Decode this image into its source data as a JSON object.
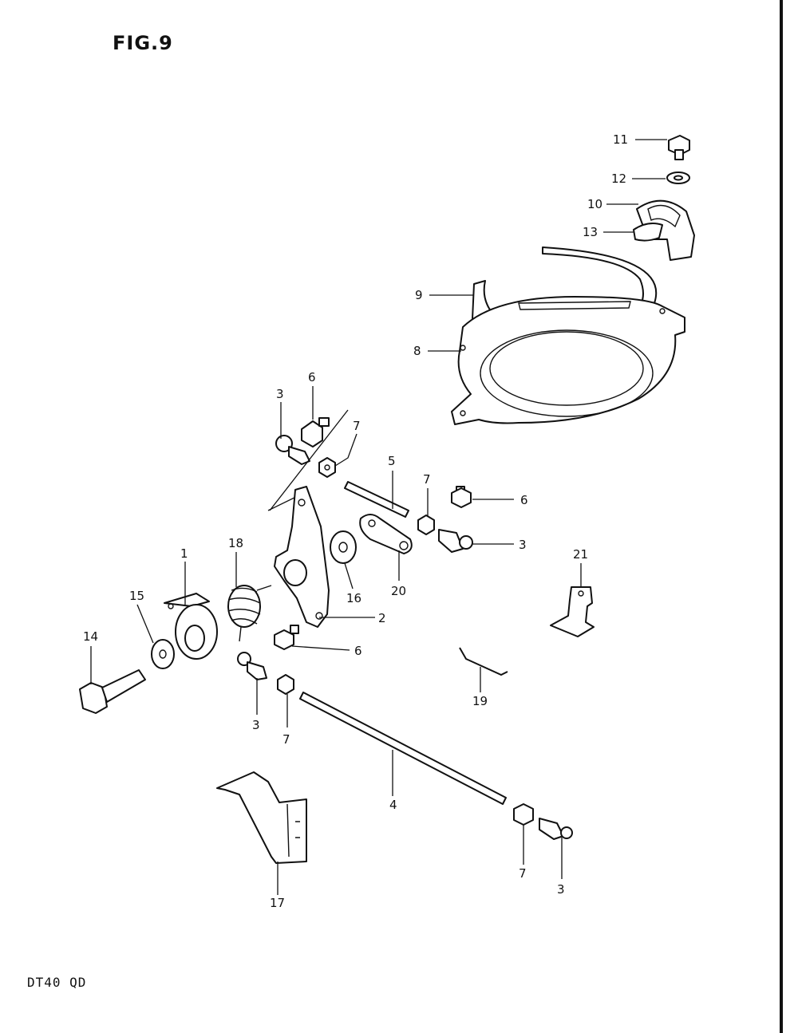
{
  "figure": {
    "title": "FIG.9",
    "model": "DT40 QD"
  },
  "callouts": [
    {
      "id": "c11",
      "text": "11"
    },
    {
      "id": "c12",
      "text": "12"
    },
    {
      "id": "c10",
      "text": "10"
    },
    {
      "id": "c13",
      "text": "13"
    },
    {
      "id": "c9",
      "text": "9"
    },
    {
      "id": "c8",
      "text": "8"
    },
    {
      "id": "c6a",
      "text": "6"
    },
    {
      "id": "c3a",
      "text": "3"
    },
    {
      "id": "c7a",
      "text": "7"
    },
    {
      "id": "c5",
      "text": "5"
    },
    {
      "id": "c7b",
      "text": "7"
    },
    {
      "id": "c6b",
      "text": "6"
    },
    {
      "id": "c3b",
      "text": "3"
    },
    {
      "id": "c21",
      "text": "21"
    },
    {
      "id": "c1",
      "text": "1"
    },
    {
      "id": "c18",
      "text": "18"
    },
    {
      "id": "c15",
      "text": "15"
    },
    {
      "id": "c16",
      "text": "16"
    },
    {
      "id": "c20",
      "text": "20"
    },
    {
      "id": "c2",
      "text": "2"
    },
    {
      "id": "c14",
      "text": "14"
    },
    {
      "id": "c6c",
      "text": "6"
    },
    {
      "id": "c3c",
      "text": "3"
    },
    {
      "id": "c7c",
      "text": "7"
    },
    {
      "id": "c19",
      "text": "19"
    },
    {
      "id": "c4",
      "text": "4"
    },
    {
      "id": "c17",
      "text": "17"
    },
    {
      "id": "c7d",
      "text": "7"
    },
    {
      "id": "c3d",
      "text": "3"
    }
  ]
}
